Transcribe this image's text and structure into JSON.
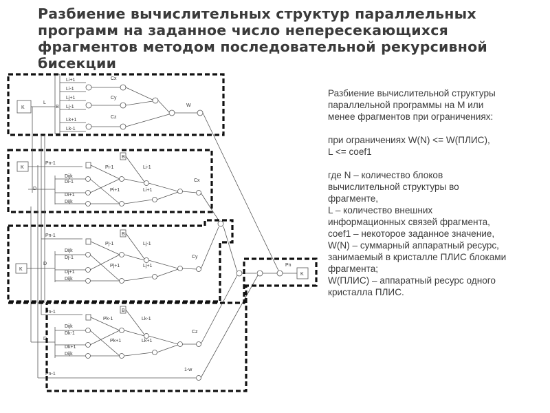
{
  "slide": {
    "title_lines": [
      "Разбиение вычислительных структур параллельных",
      "программ на заданное число непересекающихся",
      "фрагментов методом последовательной рекурсивной",
      "бисекции"
    ]
  },
  "description": {
    "intro": [
      "Разбиение вычислительной структуры",
      "параллельной программы на M или",
      "менее фрагментов при ограничениях:"
    ],
    "constraints": [
      "при ограничениях W(N) <= W(ПЛИС),",
      "L <= coef1"
    ],
    "definitions": [
      "где N – количество блоков",
      "вычислительной структуры во",
      "фрагменте,",
      "L – количество внешних",
      "информационных связей фрагмента,",
      "coef1 – некоторое заданное значение,",
      "W(N) – суммарный аппаратный ресурс,",
      "занимаемый в кристалле ПЛИС блоками",
      "фрагмента;",
      "W(ПЛИС) – аппаратный ресурс одного",
      "кристалла ПЛИС."
    ]
  },
  "diagram": {
    "top_labels": {
      "k": "K",
      "l": "L",
      "b": "B",
      "inputs": [
        "Li+1",
        "Li-1",
        "Lj+1",
        "Lj-1",
        "Lk+1",
        "Lk-1"
      ],
      "coeffs": [
        "Cx",
        "Cy",
        "Cz"
      ],
      "w": "W"
    },
    "block_x": {
      "k": "K",
      "pn": "Pn-1",
      "d": "D",
      "b": "B",
      "inputs": [
        "Dijk",
        "Di-1",
        "Di+1",
        "Dijk"
      ],
      "p": [
        "Pi-1",
        "Pi+1"
      ],
      "l": [
        "Li-1",
        "Li+1"
      ],
      "c": "Cx"
    },
    "block_y": {
      "k": "K",
      "pn": "Pn-1",
      "d": "D",
      "b": "B",
      "inputs": [
        "Dijk",
        "Dj-1",
        "Dj+1",
        "Dijk"
      ],
      "p": [
        "Pj-1",
        "Pj+1"
      ],
      "l": [
        "Lj-1",
        "Lj+1"
      ],
      "c": "Cy"
    },
    "block_z": {
      "pn": "Pn-1",
      "d": "D",
      "b": "B",
      "inputs": [
        "Dijk",
        "Dk-1",
        "Dk+1",
        "Dijk"
      ],
      "p": [
        "Pk-1",
        "Pk+1"
      ],
      "l": [
        "Lk-1",
        "Lk+1"
      ],
      "c": "Cz"
    },
    "bottom": {
      "pn": "Pn-1",
      "w": "1-w"
    },
    "output": {
      "pn": "Pn",
      "k": "K"
    }
  }
}
